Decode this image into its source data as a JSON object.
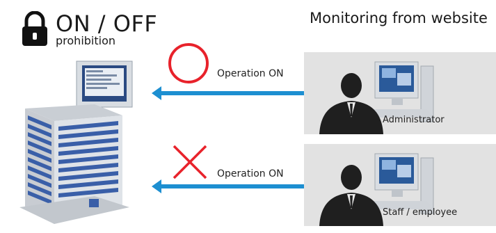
{
  "header": {
    "title": "ON / OFF",
    "subtitle": "prohibition",
    "right_title": "Monitoring from website"
  },
  "rows": [
    {
      "symbol": "circle-allowed",
      "operation": "Operation ON",
      "role": "Administrator"
    },
    {
      "symbol": "cross-denied",
      "operation": "Operation ON",
      "role": "Staff / employee"
    }
  ],
  "colors": {
    "arrow": "#1d8fd1",
    "circle": "#e8222b",
    "cross": "#e8222b",
    "panel": "#e2e2e2",
    "building_stripe": "#3a5fa8"
  },
  "icons": [
    "lock-icon",
    "building-icon",
    "control-panel-icon",
    "person-icon",
    "computer-icon"
  ]
}
